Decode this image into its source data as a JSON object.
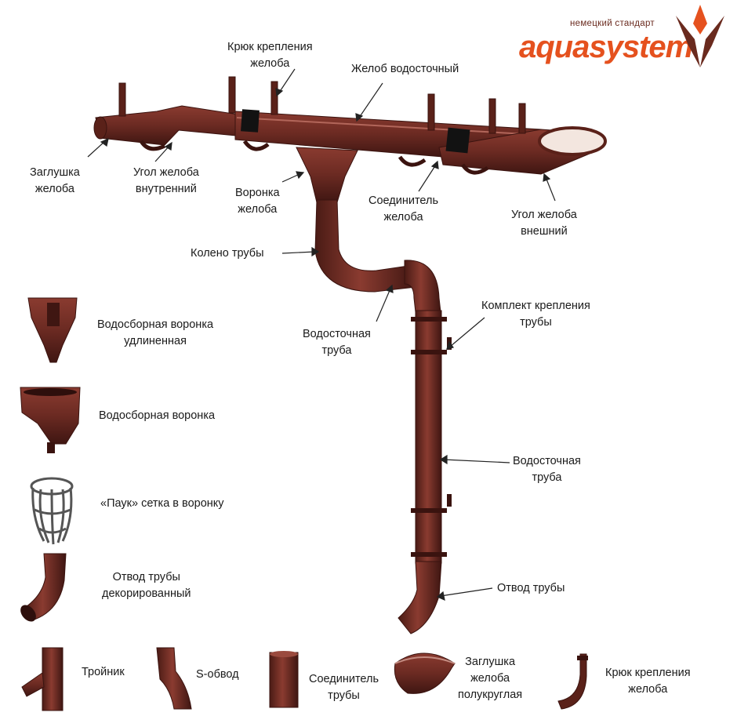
{
  "brand": {
    "name": "aquasystem",
    "tagline": "немецкий стандарт",
    "accent_color": "#e5511e"
  },
  "colors": {
    "metal": "#6b2a22",
    "metal_dark": "#3f1612",
    "metal_light": "#9a4a3e"
  },
  "callouts": {
    "gutter_hook": "Крюк крепления\nжелоба",
    "gutter": "Желоб водосточный",
    "end_cap": "Заглушка\nжелоба",
    "inner_corner": "Угол желоба\nвнутренний",
    "funnel": "Воронка\nжелоба",
    "connector": "Соединитель\nжелоба",
    "outer_corner": "Угол желоба\nвнешний",
    "elbow": "Колено трубы",
    "pipe_1": "Водосточная\nтруба",
    "bracket_kit": "Комплект крепления\nтрубы",
    "pipe_2": "Водосточная\nтруба",
    "outlet": "Отвод трубы"
  },
  "parts_catalog": [
    {
      "label": "Водосборная воронка\nудлиненная",
      "icon": "long-hopper-icon"
    },
    {
      "label": "Водосборная воронка",
      "icon": "hopper-icon"
    },
    {
      "label": "«Паук» сетка в воронку",
      "icon": "spider-grid-icon"
    },
    {
      "label": "Отвод трубы\nдекорированный",
      "icon": "decorated-outlet-icon"
    }
  ],
  "bottom_parts": [
    {
      "label": "Тройник",
      "icon": "tee-icon"
    },
    {
      "label": "S-обвод",
      "icon": "s-bend-icon"
    },
    {
      "label": "Соединитель\nтрубы",
      "icon": "pipe-connector-icon"
    },
    {
      "label": "Заглушка\nжелоба\nполукруглая",
      "icon": "round-end-cap-icon"
    },
    {
      "label": "Крюк крепления\nжелоба",
      "icon": "gutter-hook-icon"
    }
  ]
}
